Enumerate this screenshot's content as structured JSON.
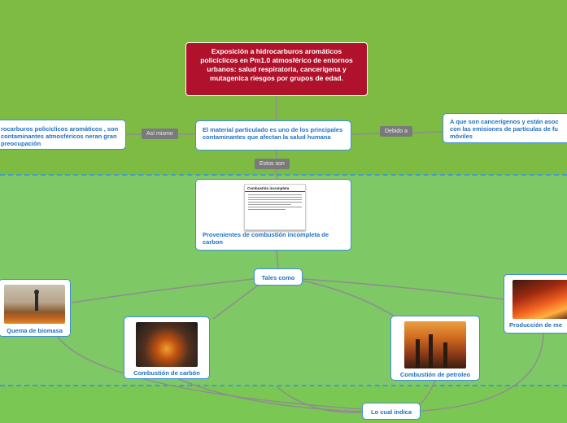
{
  "colors": {
    "top_band": "#7dbb43",
    "middle_band": "#7ec865",
    "bottom_band": "#7ac853",
    "separator": "#3f9fd0",
    "root": "#b0122c",
    "node_border": "#3f8fd6",
    "connector": "#8e8e8e"
  },
  "root": {
    "title": "Exposición a hidrocarburos aromáticos policíclicos en Pm1.0 atmosférico de entornos urbanos: salud respiratoria, cancerígena y mutagenica riesgos por grupos de edad."
  },
  "nodes": {
    "left": "rocarburos policíclicos aromáticos , son contaminantes atmosféricos neran gran preocupación",
    "center": "El material particulado es uno de los principales contaminantes que afectan la salud humana",
    "right": "A que son cancerígenos y están asoc con las emisiones de partículas de fu móviles",
    "combustion": "Provenientes de combustión incompleta de carbon",
    "combustion_doc_title": "Combustión incompleta",
    "tales": "Tales como",
    "biomasa": "Quema de biomasa",
    "carbon": "Combustión de carbón",
    "petroleo": "Combustión de petroleo",
    "metales": "Producción de me",
    "indica": "Lo cual indica"
  },
  "links": {
    "asi_mismo": "Así mismo",
    "debido_a": "Debido a",
    "estos_son": "Estos son"
  },
  "icons": {
    "biomasa": "fire-field-photo",
    "carbon": "burning-coal-photo",
    "petroleo": "smokestack-photo",
    "metales": "furnace-photo",
    "document": "document-thumbnail"
  }
}
